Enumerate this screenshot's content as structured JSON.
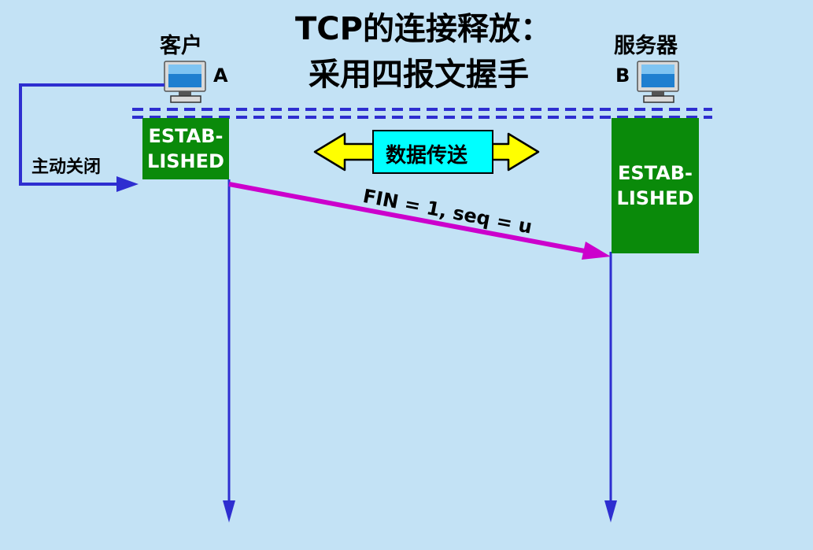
{
  "title": {
    "line1": "TCP的连接释放：",
    "line2": "采用四报文握手"
  },
  "client": {
    "name": "客户",
    "id": "A",
    "state_line1": "ESTAB-",
    "state_line2": "LISHED",
    "action": "主动关闭",
    "icon": "computer-icon"
  },
  "server": {
    "name": "服务器",
    "id": "B",
    "state_line1": "ESTAB-",
    "state_line2": "LISHED",
    "icon": "computer-icon"
  },
  "data_transfer": {
    "label": "数据传送"
  },
  "message": {
    "label": "FIN = 1, seq = u"
  },
  "colors": {
    "background": "#c3e2f5",
    "timeline": "#2e2ed0",
    "state_box": "#0a8a0a",
    "fin_arrow": "#cc00cc",
    "transfer_arrow": "#ffff00",
    "transfer_box": "#00ffff"
  }
}
